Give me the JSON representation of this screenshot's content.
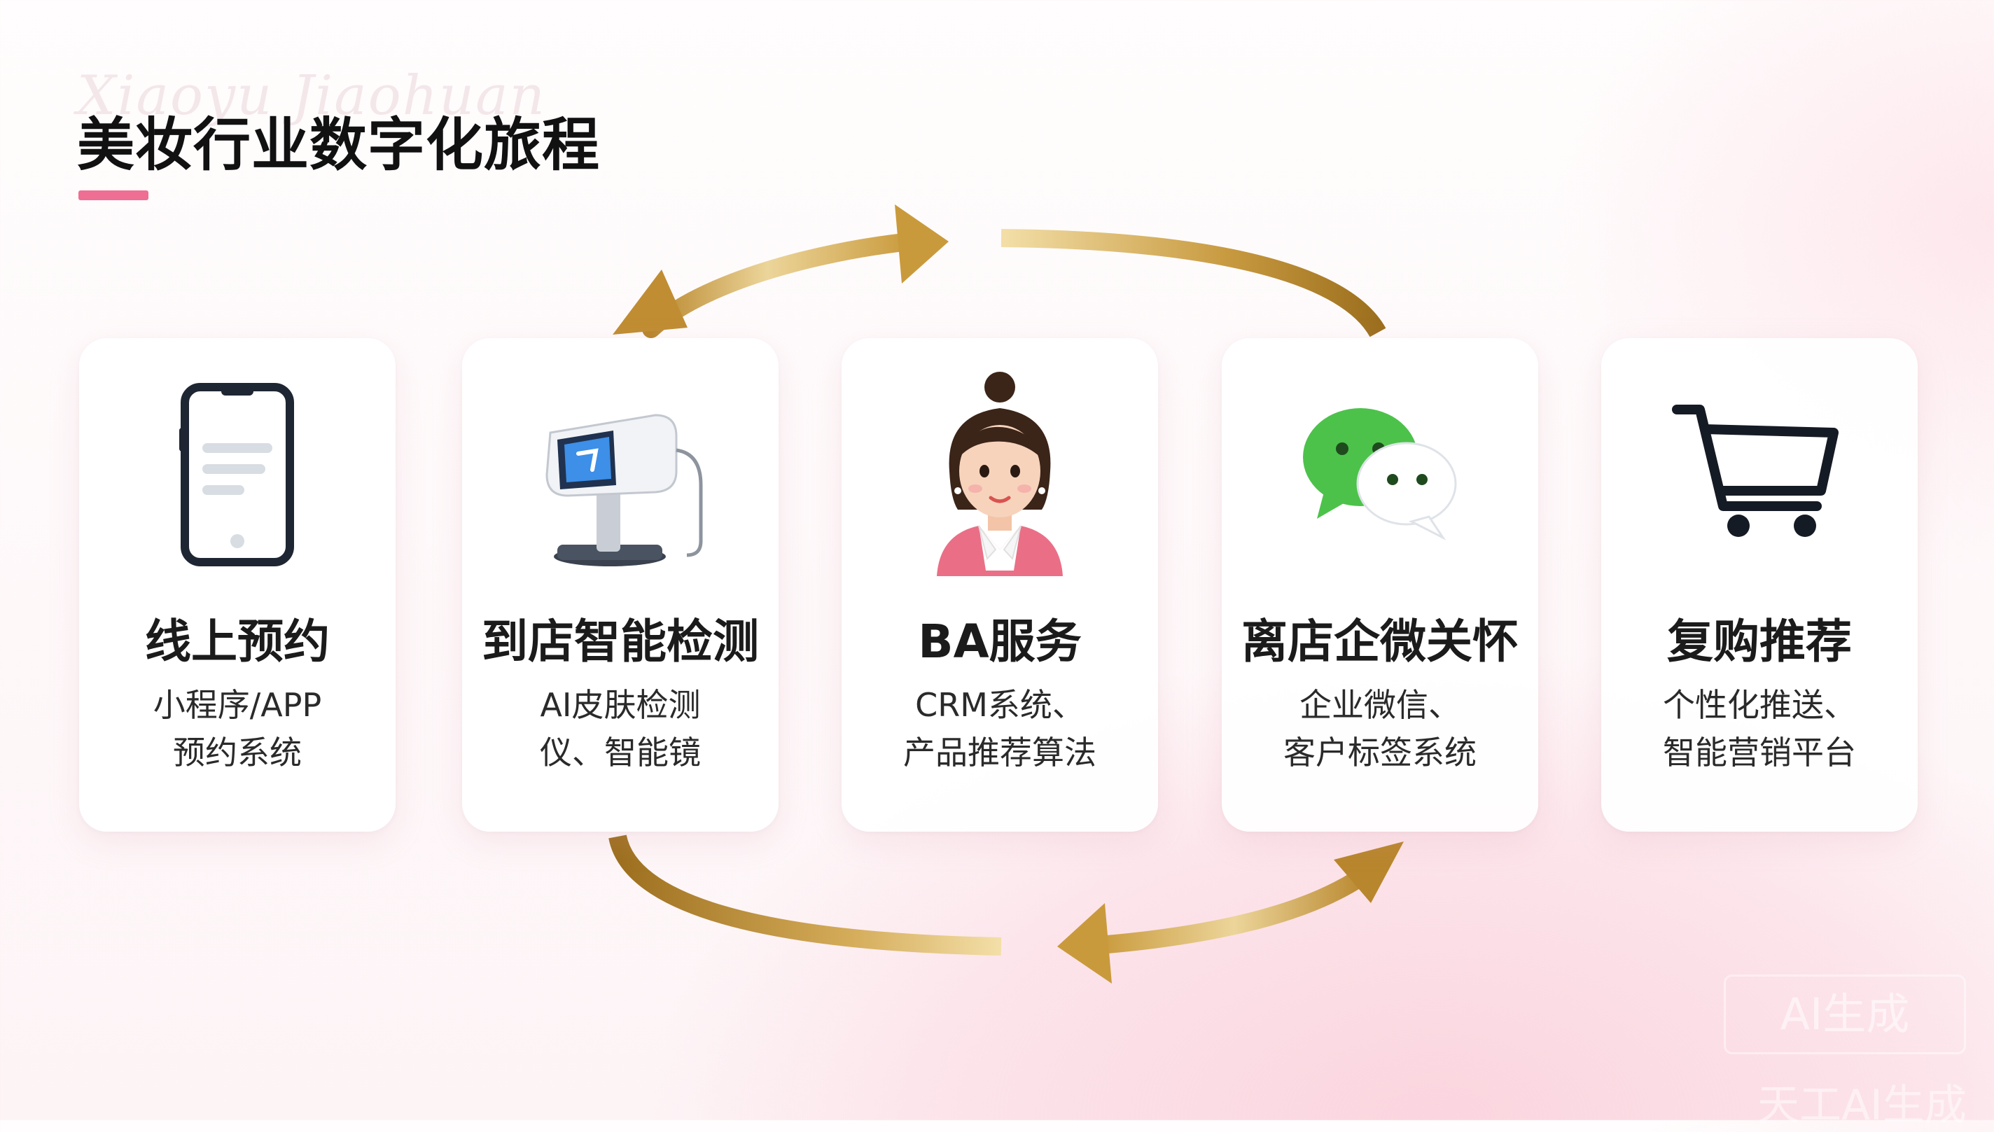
{
  "header": {
    "ghost_text": "Xiaoyu Jiaohuan",
    "title": "美妆行业数字化旅程"
  },
  "colors": {
    "accent": "#ee6f93",
    "arrow_gold": "#c9a24c",
    "text": "#1b1b1b"
  },
  "cards": [
    {
      "icon": "smartphone-icon",
      "title": "线上预约",
      "desc_line1": "小程序/APP",
      "desc_line2": "预约系统"
    },
    {
      "icon": "skin-scanner-icon",
      "title": "到店智能检测",
      "desc_line1": "AI皮肤检测",
      "desc_line2": "仪、智能镜"
    },
    {
      "icon": "beauty-advisor-icon",
      "title": "BA服务",
      "desc_line1": "CRM系统、",
      "desc_line2": "产品推荐算法"
    },
    {
      "icon": "wechat-icon",
      "title": "离店企微关怀",
      "desc_line1": "企业微信、",
      "desc_line2": "客户标签系统"
    },
    {
      "icon": "shopping-cart-icon",
      "title": "复购推荐",
      "desc_line1": "个性化推送、",
      "desc_line2": "智能营销平台"
    }
  ],
  "watermark": {
    "badge": "AI生成",
    "footer": "天工AI生成"
  }
}
